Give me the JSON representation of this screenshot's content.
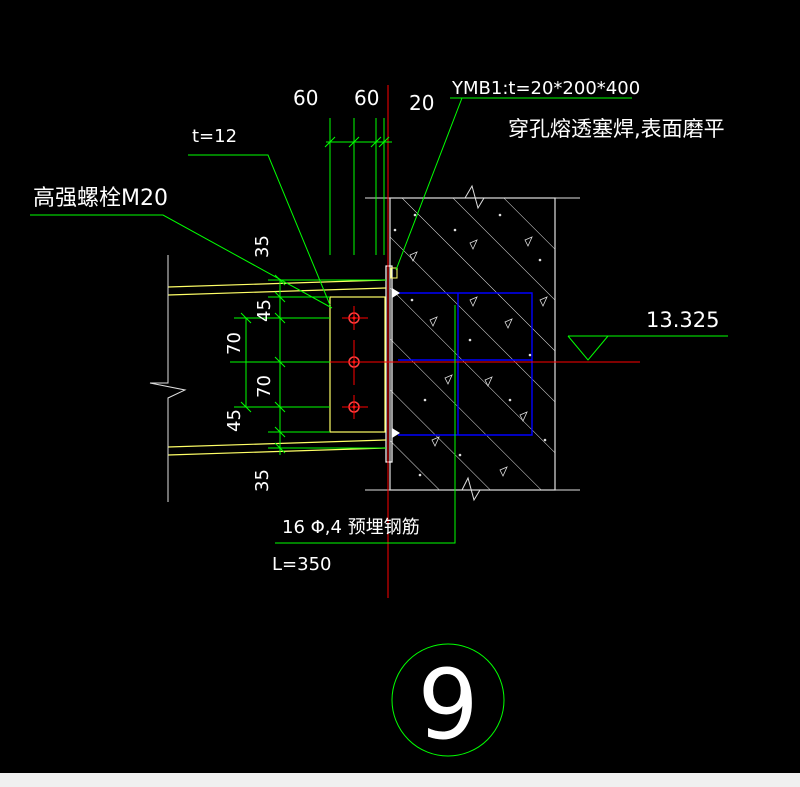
{
  "colors": {
    "background": "#000000",
    "annotation": "#00ff00",
    "text": "#ffffff",
    "steel": "#ffff66",
    "centerline": "#ff0000",
    "rebar": "#0000ff",
    "concrete": "#e0e0e0"
  },
  "dimensions": {
    "top_60_a": "60",
    "top_60_b": "60",
    "top_20": "20",
    "left_35_top": "35",
    "left_45_top": "45",
    "left_70_outer": "70",
    "left_70_inner": "70",
    "left_45_bottom": "45",
    "left_35_bottom": "35"
  },
  "labels": {
    "embed_plate": "YMB1:t=20*200*400",
    "weld_note": "穿孔熔透塞焊,表面磨平",
    "plate_thickness": "t=12",
    "bolt_label": "高强螺栓M20",
    "elevation": "13.325",
    "rebar_label": "16 Φ,4 预埋钢筋",
    "rebar_length": "L=350",
    "detail_number": "9"
  }
}
